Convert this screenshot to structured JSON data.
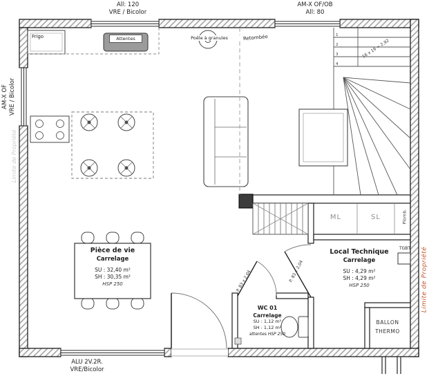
{
  "plan": {
    "openings": {
      "top_left_window": {
        "line1": "All:  120",
        "line2": "VRE /  Bicolor"
      },
      "top_right_window": {
        "line1": "AM-X OF/OB",
        "line2": "All:  80"
      },
      "left_window": {
        "line1": "AM-X OF",
        "line2": "VRE / Bicolor"
      },
      "bottom_bay": {
        "line1": "ALU 2V.2R.",
        "line2": "VRE/Bicolor"
      }
    },
    "kitchen": {
      "fridge_label": "Frigo",
      "sink_note": "Attentes",
      "stove_label": "Poêle à granules"
    },
    "structure": {
      "retombee": "Retombée",
      "stair_formula": "16 x 19 = 2,92",
      "stair_numbers": [
        "1",
        "2",
        "3",
        "4"
      ],
      "plumbing": "Plomb.",
      "tgbt": "TGBT",
      "property_limit_right": "Limite de Propriété",
      "property_limit_left": "Limite de Propriété"
    },
    "laundry": {
      "washer": "ML",
      "dryer": "SL"
    },
    "doors": {
      "wc_door": "P. 83 x 2,04",
      "technical_door": "P. 83 x 2,04"
    },
    "rooms": {
      "living": {
        "name": "Pièce de vie",
        "floor": "Carrelage",
        "su": "SU : 32,40 m²",
        "sh": "SH : 30,35 m²",
        "hsp": "HSP 250"
      },
      "wc": {
        "name": "WC 01",
        "floor": "Carrelage",
        "su": "SU : 1,12 m²",
        "sh": "SH : 1,12 m²",
        "note": "attentes",
        "hsp": "HSP 250"
      },
      "technical": {
        "name": "Local Technique",
        "floor": "Carrelage",
        "su": "SU : 4,29 m²",
        "sh": "SH : 4,29 m²",
        "hsp": "HSP 250"
      },
      "water_heater": {
        "line1": "BALLON",
        "line2": "THERMO"
      }
    }
  }
}
